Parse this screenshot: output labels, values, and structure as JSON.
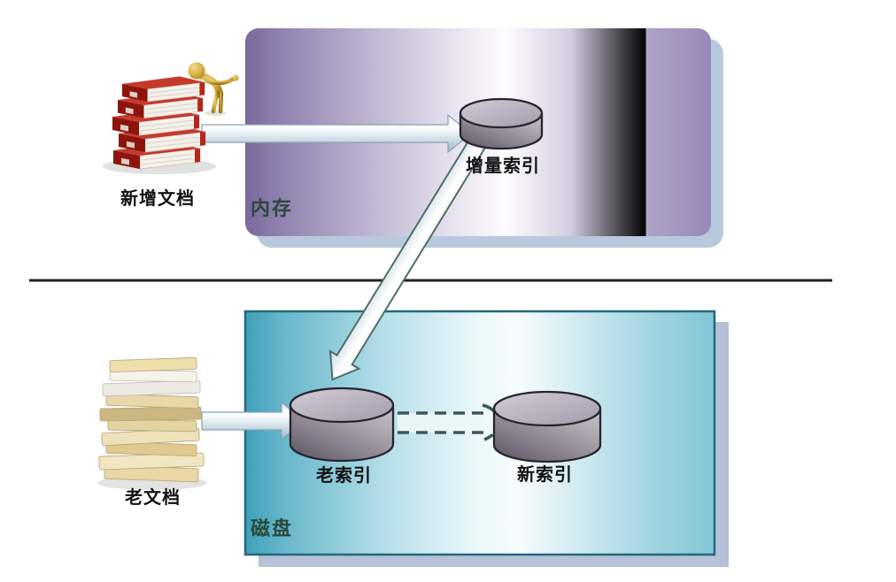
{
  "diagram": {
    "type": "index-architecture-flow",
    "regions": [
      {
        "id": "memory",
        "label": "内存",
        "shape": "rounded-rect",
        "fill_left": "#79699c",
        "fill_mid": "#fdfcfe",
        "fill_right": "#9888b8",
        "label_color": "#2a4a3c",
        "shadow_color": "#b8c9dd"
      },
      {
        "id": "disk",
        "label": "磁盘",
        "shape": "rect",
        "fill_left": "#3f9fba",
        "fill_mid": "#f8fcfd",
        "fill_right": "#82c6d7",
        "border_color": "#23687a",
        "label_color": "#2a4a3c",
        "shadow_color": "#b5c1d6"
      }
    ],
    "nodes": [
      {
        "id": "new-docs",
        "label": "新增文档",
        "type": "binder-stack-with-figure",
        "region": "none"
      },
      {
        "id": "incremental-index",
        "label": "增量索引",
        "type": "database-cylinder",
        "region": "memory"
      },
      {
        "id": "old-docs",
        "label": "老文档",
        "type": "paper-stack",
        "region": "none"
      },
      {
        "id": "old-index",
        "label": "老索引",
        "type": "database-cylinder",
        "region": "disk"
      },
      {
        "id": "new-index",
        "label": "新索引",
        "type": "database-cylinder",
        "region": "disk"
      }
    ],
    "edges": [
      {
        "from": "new-docs",
        "to": "incremental-index",
        "style": "solid-beam-arrow",
        "direction": "right"
      },
      {
        "from": "incremental-index",
        "to": "old-index",
        "style": "solid-beam-arrow",
        "direction": "down-left"
      },
      {
        "from": "old-docs",
        "to": "old-index",
        "style": "solid-beam-arrow",
        "direction": "right"
      },
      {
        "from": "old-index",
        "to": "new-index",
        "style": "dashed-block-arrow",
        "direction": "right"
      }
    ],
    "separator": {
      "style": "horizontal-line",
      "color": "#222222"
    },
    "cylinder_colors": {
      "body_dark": "#59525e",
      "body_light": "#c6c0ca",
      "outline": "#26262e"
    },
    "beam_colors": {
      "light": "#fdfeff",
      "dark": "#9db6c6"
    }
  }
}
